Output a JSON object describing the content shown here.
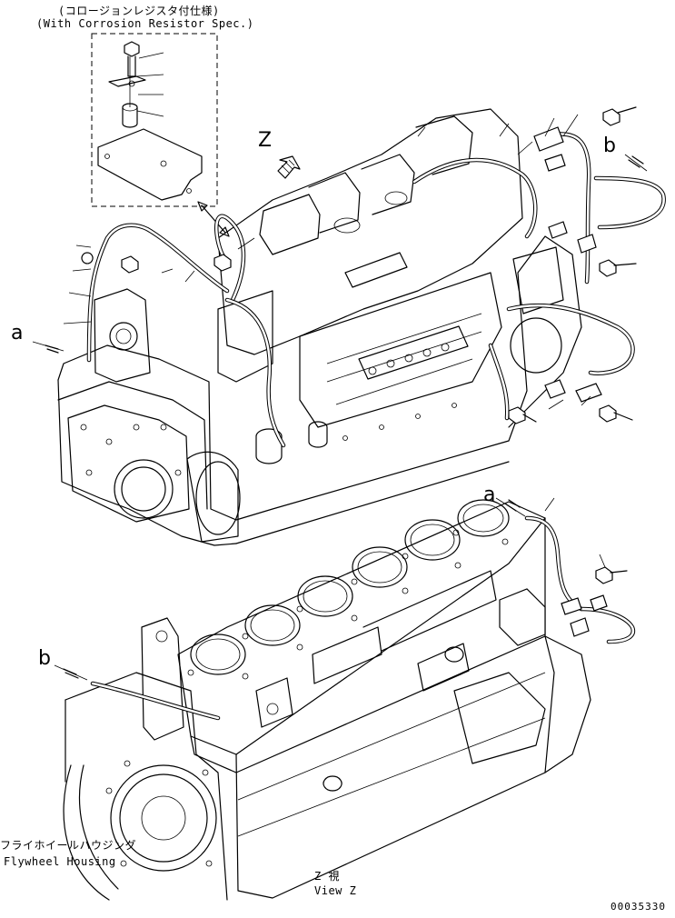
{
  "inset": {
    "caption_jp": "(コロージョンレジスタ付仕様)",
    "caption_en": "(With Corrosion Resistor Spec.)"
  },
  "view_marker": {
    "letter": "Z"
  },
  "leaders": {
    "a_top": "a",
    "b_top": "b",
    "a_mid": "a",
    "b_bottom": "b"
  },
  "flywheel_label": {
    "jp": "フライホイールハウジング",
    "en": "Flywheel Housing"
  },
  "view_label": {
    "jp": "Z 視",
    "en": "View Z"
  },
  "drawing_code": "00035330"
}
